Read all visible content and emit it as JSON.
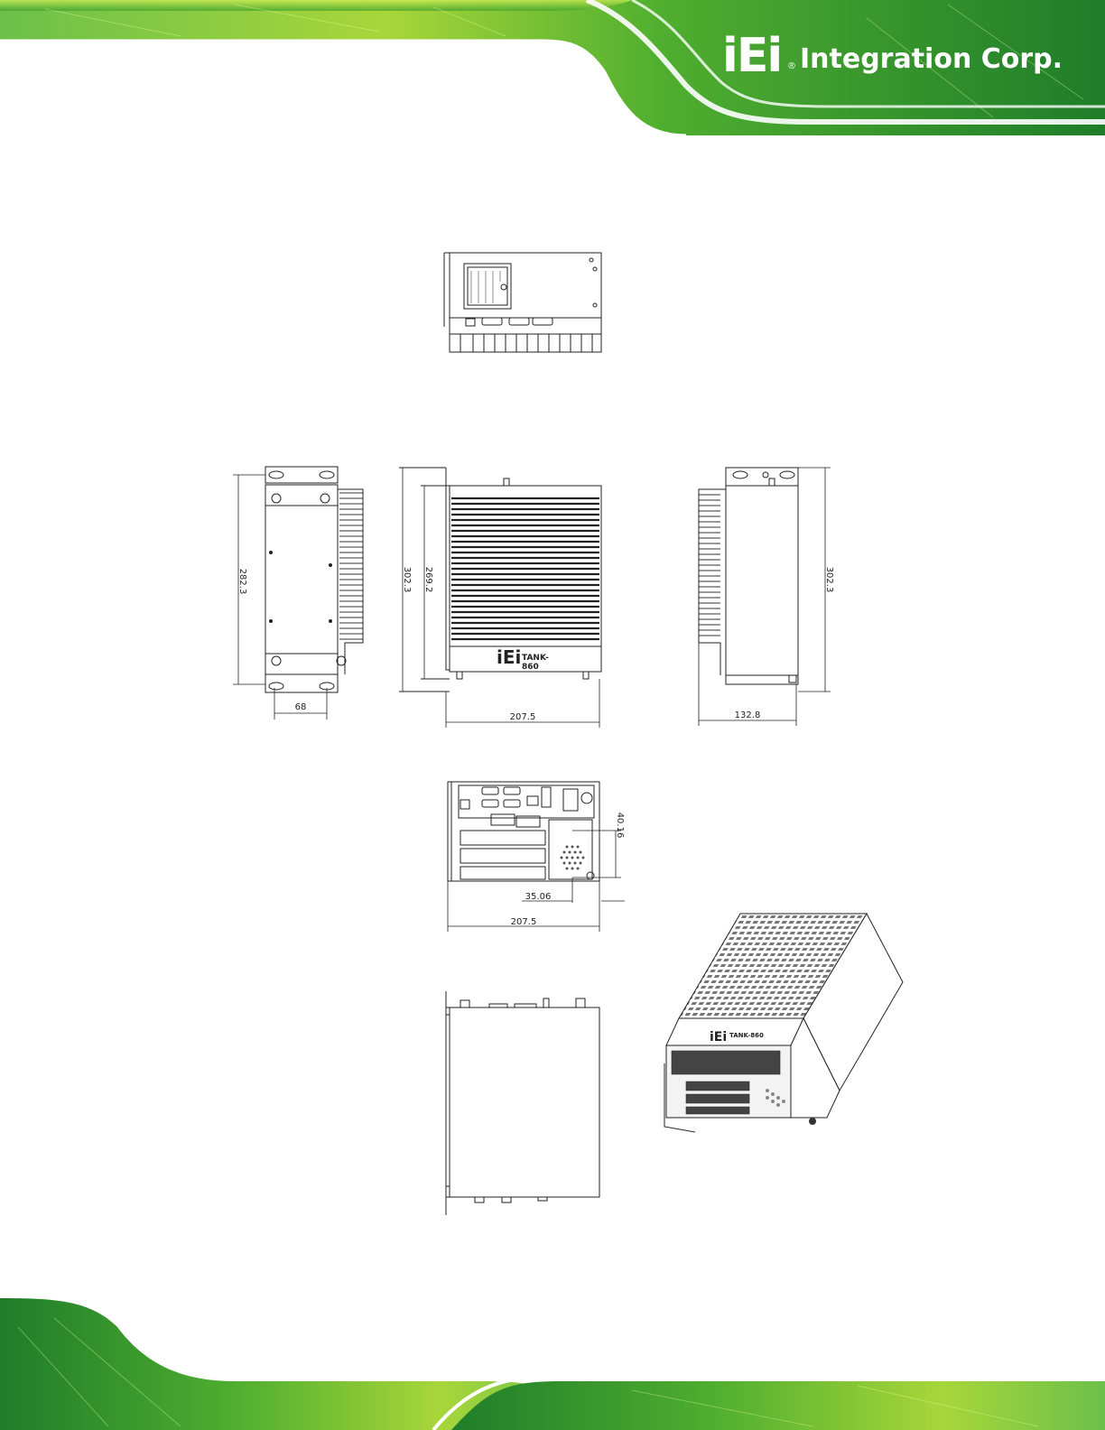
{
  "header": {
    "logo": {
      "mark": "iEi",
      "registered": "®",
      "company": "Integration Corp."
    },
    "accent_color": "#3fae2a"
  },
  "drawings": {
    "top_view": {
      "icon": "top-view-drawing"
    },
    "left_view": {
      "dim_height": "282.3",
      "dim_width": "68"
    },
    "front_view": {
      "dim_total_height": "302.3",
      "dim_body_height": "269.2",
      "dim_width": "207.5",
      "brand_label": "TANK-860"
    },
    "right_view": {
      "dim_height": "302.3",
      "dim_width": "132.8"
    },
    "rear_view": {
      "dim_vertical": "40.16",
      "dim_horizontal": "35.06",
      "dim_width": "207.5"
    },
    "bottom_view": {
      "icon": "bottom-view-drawing"
    },
    "iso_view": {
      "brand_label": "TANK-860"
    }
  }
}
